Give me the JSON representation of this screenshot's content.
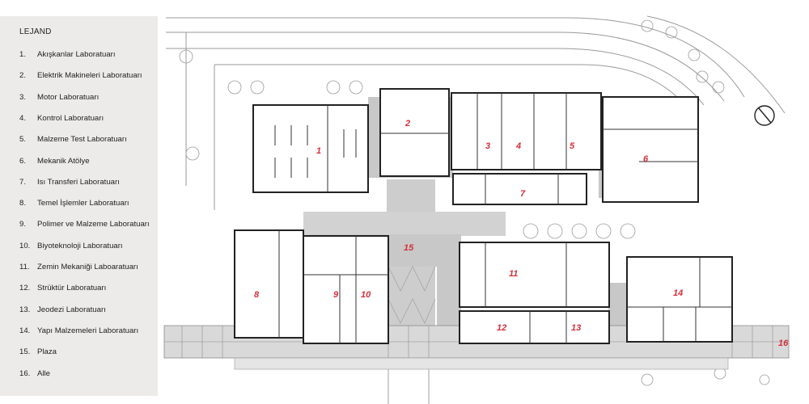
{
  "legend": {
    "title": "LEJAND",
    "items": [
      {
        "num": "1.",
        "label": "Akışkanlar Laboratuarı"
      },
      {
        "num": "2.",
        "label": "Elektrik Makineleri Laboratuarı"
      },
      {
        "num": "3.",
        "label": "Motor Laboratuarı"
      },
      {
        "num": "4.",
        "label": "Kontrol Laboratuarı"
      },
      {
        "num": "5.",
        "label": "Malzeme Test Laboratuarı"
      },
      {
        "num": "6.",
        "label": "Mekanik Atölye"
      },
      {
        "num": "7.",
        "label": "Isı Transferi Laboratuarı"
      },
      {
        "num": "8.",
        "label": "Temel İşlemler Laboratuarı"
      },
      {
        "num": "9.",
        "label": "Polimer ve Malzeme Laboratuarı"
      },
      {
        "num": "10.",
        "label": "Biyoteknoloji Laboratuarı"
      },
      {
        "num": "11.",
        "label": "Zemin Mekaniği Laboaratuarı"
      },
      {
        "num": "12.",
        "label": "Strüktür Laboratuarı"
      },
      {
        "num": "13.",
        "label": "Jeodezi Laboratuarı"
      },
      {
        "num": "14.",
        "label": "Yapı Malzemeleri Laboratuarı"
      },
      {
        "num": "15.",
        "label": "Plaza"
      },
      {
        "num": "16.",
        "label": "Alle"
      }
    ]
  },
  "plan": {
    "labels": [
      "1",
      "2",
      "3",
      "4",
      "5",
      "6",
      "7",
      "8",
      "9",
      "10",
      "11",
      "12",
      "13",
      "14",
      "15",
      "16"
    ],
    "colors": {
      "label": "#d6303a",
      "wall": "#222222",
      "corridor": "#c8c8c8",
      "plaza": "#d4d4d4",
      "legend_bg": "#ecebea"
    }
  }
}
